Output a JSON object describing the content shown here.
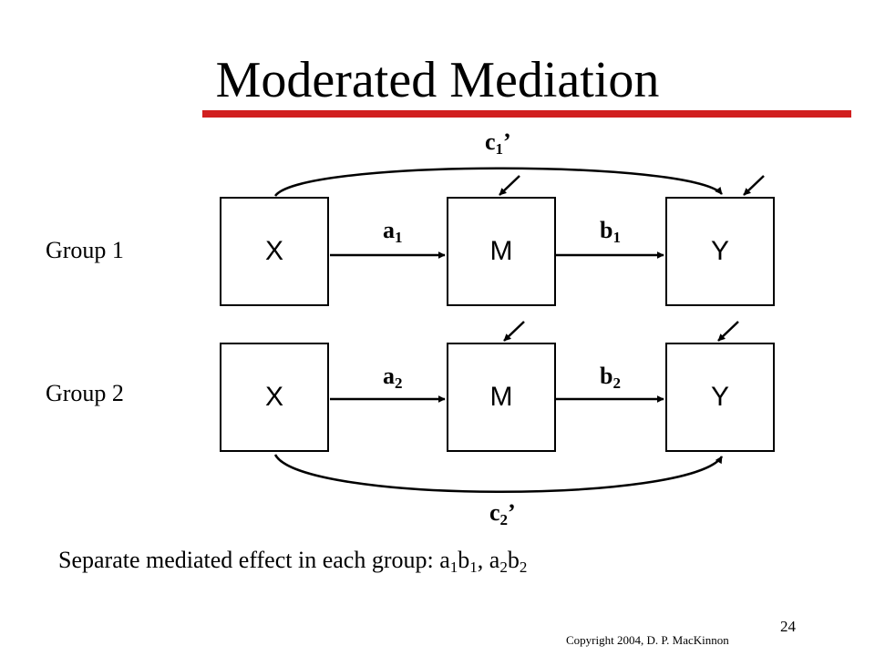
{
  "slide": {
    "title": "Moderated Mediation",
    "page_number": "24",
    "copyright": "Copyright 2004, D. P. MacKinnon"
  },
  "groups": [
    {
      "label": "Group 1",
      "nodes": {
        "x": "X",
        "m": "M",
        "y": "Y"
      },
      "a": {
        "base": "a",
        "sub": "1"
      },
      "b": {
        "base": "b",
        "sub": "1"
      },
      "c": {
        "base": "c",
        "sub": "1",
        "prime": "’"
      }
    },
    {
      "label": "Group 2",
      "nodes": {
        "x": "X",
        "m": "M",
        "y": "Y"
      },
      "a": {
        "base": "a",
        "sub": "2"
      },
      "b": {
        "base": "b",
        "sub": "2"
      },
      "c": {
        "base": "c",
        "sub": "2",
        "prime": "’"
      }
    }
  ],
  "caption": {
    "text": "Separate mediated effect in each group: ",
    "terms": [
      {
        "a": "a",
        "a_sub": "1",
        "b": "b",
        "b_sub": "1"
      },
      {
        "a": "a",
        "a_sub": "2",
        "b": "b",
        "b_sub": "2"
      }
    ],
    "separator": ", "
  },
  "colors": {
    "accent_rule": "#d11f1f",
    "ink": "#000000"
  }
}
